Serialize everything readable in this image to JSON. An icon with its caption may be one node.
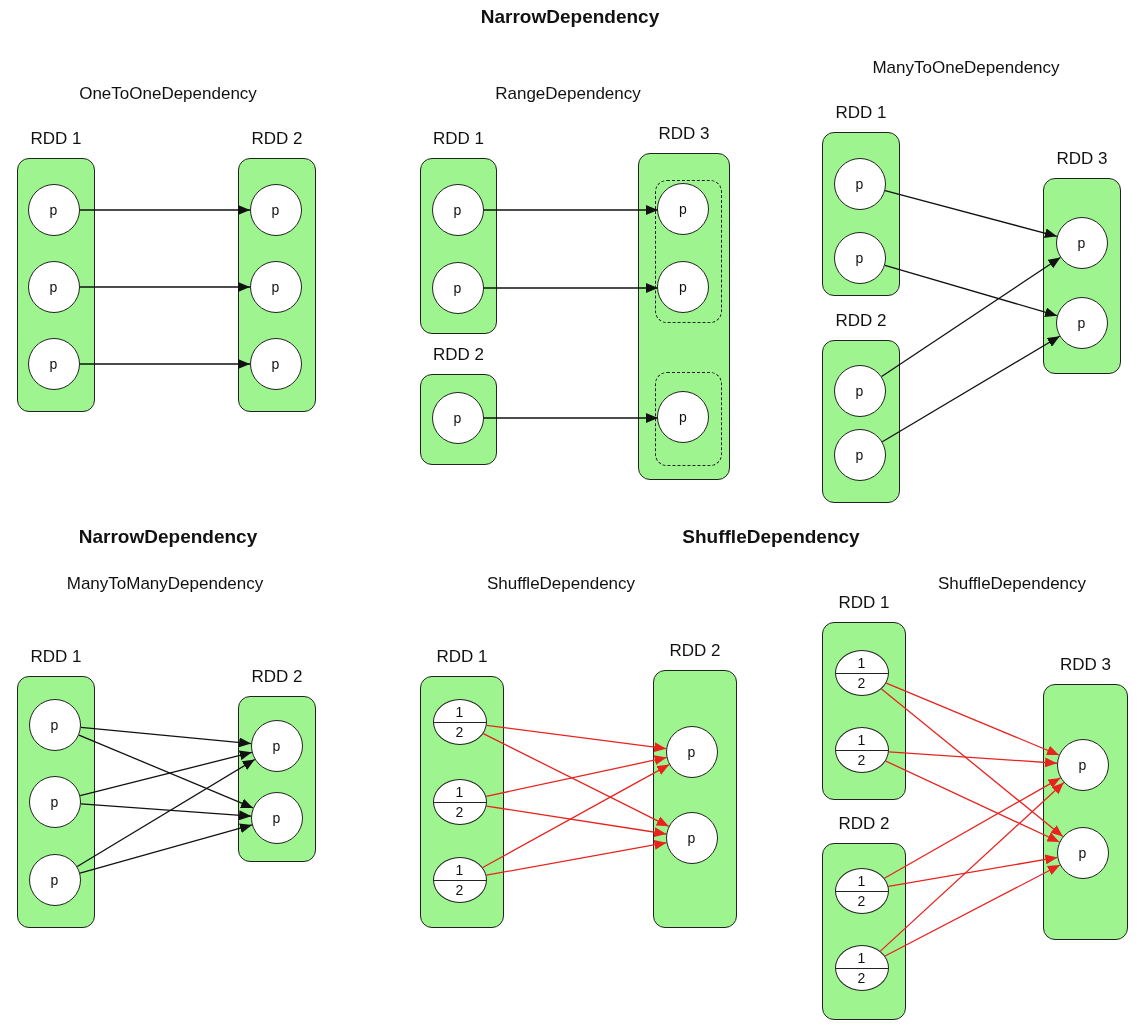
{
  "diagram": {
    "title": "NarrowDependency",
    "nodes": [
      {
        "text": [
          "RDD 1"
        ]
      },
      {
        "text": [
          "p"
        ],
        "in": 0
      },
      {
        "text": [
          "p"
        ],
        "in": 0
      },
      {
        "text": [
          "p"
        ],
        "in": 0
      },
      {
        "text": [
          "RDD 2"
        ]
      },
      {
        "text": [
          "p"
        ],
        "in": 4
      },
      {
        "text": [
          "p"
        ],
        "in": 4
      },
      {
        "text": [
          "p"
        ],
        "in": 4
      },
      {
        "text": [
          "RDD 1"
        ]
      },
      {
        "text": [
          "p"
        ],
        "in": 8
      },
      {
        "text": [
          "p"
        ],
        "in": 8
      },
      {
        "text": [
          "RDD 2"
        ]
      },
      {
        "text": [
          "p"
        ],
        "in": 11
      },
      {
        "text": [
          "RDD 3"
        ]
      },
      {
        "text": [],
        "shape": "box",
        "in": 13
      },
      {
        "text": [
          "p"
        ],
        "in": 14
      },
      {
        "text": [
          "p"
        ],
        "in": 14
      },
      {
        "text": [],
        "shape": "box",
        "in": 13
      },
      {
        "text": [
          "p"
        ],
        "in": 17
      },
      {
        "text": [
          "RDD 1"
        ]
      },
      {
        "text": [
          "p"
        ],
        "in": 19
      },
      {
        "text": [
          "p"
        ],
        "in": 19
      },
      {
        "text": [
          "RDD 2"
        ]
      },
      {
        "text": [
          "p"
        ],
        "in": 22
      },
      {
        "text": [
          "p"
        ],
        "in": 22
      },
      {
        "text": [
          "RDD 3"
        ]
      },
      {
        "text": [
          "p"
        ],
        "in": 25
      },
      {
        "text": [
          "p"
        ],
        "in": 25
      },
      {
        "text": [
          "RDD 1"
        ]
      },
      {
        "text": [
          "p"
        ],
        "in": 28
      },
      {
        "text": [
          "p"
        ],
        "in": 28
      },
      {
        "text": [
          "p"
        ],
        "in": 28
      },
      {
        "text": [
          "RDD 2"
        ]
      },
      {
        "text": [
          "p"
        ],
        "in": 32
      },
      {
        "text": [
          "p"
        ],
        "in": 32
      },
      {
        "text": [
          "RDD 1"
        ]
      },
      {
        "text": [
          "1",
          "2"
        ],
        "in": 35
      },
      {
        "text": [
          "1",
          "2"
        ],
        "in": 35
      },
      {
        "text": [
          "1",
          "2"
        ],
        "in": 35
      },
      {
        "text": [
          "RDD 2"
        ]
      },
      {
        "text": [
          "p"
        ],
        "in": 39
      },
      {
        "text": [
          "p"
        ],
        "in": 39
      },
      {
        "text": [
          "RDD 1"
        ]
      },
      {
        "text": [
          "1",
          "2"
        ],
        "in": 42
      },
      {
        "text": [
          "1",
          "2"
        ],
        "in": 42
      },
      {
        "text": [
          "RDD 2"
        ]
      },
      {
        "text": [
          "1",
          "2"
        ],
        "in": 45
      },
      {
        "text": [
          "1",
          "2"
        ],
        "in": 45
      },
      {
        "text": [
          "RDD 3"
        ]
      },
      {
        "text": [
          "p"
        ],
        "in": 48
      },
      {
        "text": [
          "p"
        ],
        "in": 48
      }
    ],
    "edges": [
      {
        "from": 1,
        "to": 5,
        "arrow": "to"
      },
      {
        "from": 2,
        "to": 6,
        "arrow": "to"
      },
      {
        "from": 3,
        "to": 7,
        "arrow": "to"
      },
      {
        "from": 9,
        "to": 15,
        "arrow": "to"
      },
      {
        "from": 10,
        "to": 16,
        "arrow": "to"
      },
      {
        "from": 12,
        "to": 18,
        "arrow": "to"
      },
      {
        "from": 20,
        "to": 26,
        "arrow": "to"
      },
      {
        "from": 21,
        "to": 27,
        "arrow": "to"
      },
      {
        "from": 23,
        "to": 26,
        "arrow": "to"
      },
      {
        "from": 24,
        "to": 27,
        "arrow": "to"
      },
      {
        "from": 29,
        "to": 33,
        "arrow": "to"
      },
      {
        "from": 29,
        "to": 34,
        "arrow": "to"
      },
      {
        "from": 30,
        "to": 33,
        "arrow": "to"
      },
      {
        "from": 30,
        "to": 34,
        "arrow": "to"
      },
      {
        "from": 31,
        "to": 33,
        "arrow": "to"
      },
      {
        "from": 31,
        "to": 34,
        "arrow": "to"
      },
      {
        "from": 36,
        "to": 40,
        "arrow": "to",
        "color": "#e8231f"
      },
      {
        "from": 36,
        "to": 41,
        "arrow": "to",
        "color": "#e8231f"
      },
      {
        "from": 37,
        "to": 40,
        "arrow": "to",
        "color": "#e8231f"
      },
      {
        "from": 37,
        "to": 41,
        "arrow": "to",
        "color": "#e8231f"
      },
      {
        "from": 38,
        "to": 40,
        "arrow": "to",
        "color": "#e8231f"
      },
      {
        "from": 38,
        "to": 41,
        "arrow": "to",
        "color": "#e8231f"
      },
      {
        "from": 43,
        "to": 49,
        "arrow": "to",
        "color": "#e8231f"
      },
      {
        "from": 43,
        "to": 50,
        "arrow": "to",
        "color": "#e8231f"
      },
      {
        "from": 44,
        "to": 49,
        "arrow": "to",
        "color": "#e8231f"
      },
      {
        "from": 44,
        "to": 50,
        "arrow": "to",
        "color": "#e8231f"
      },
      {
        "from": 46,
        "to": 49,
        "arrow": "to",
        "color": "#e8231f"
      },
      {
        "from": 46,
        "to": 50,
        "arrow": "to",
        "color": "#e8231f"
      },
      {
        "from": 47,
        "to": 49,
        "arrow": "to",
        "color": "#e8231f"
      },
      {
        "from": 47,
        "to": 50,
        "arrow": "to",
        "color": "#e8231f"
      }
    ],
    "labels": [
      "OneToOneDependency",
      "RangeDependency",
      "ManyToOneDependency",
      "NarrowDependency",
      "ShuffleDependency",
      "ManyToManyDependency",
      "ShuffleDependency",
      "ShuffleDependency"
    ]
  }
}
